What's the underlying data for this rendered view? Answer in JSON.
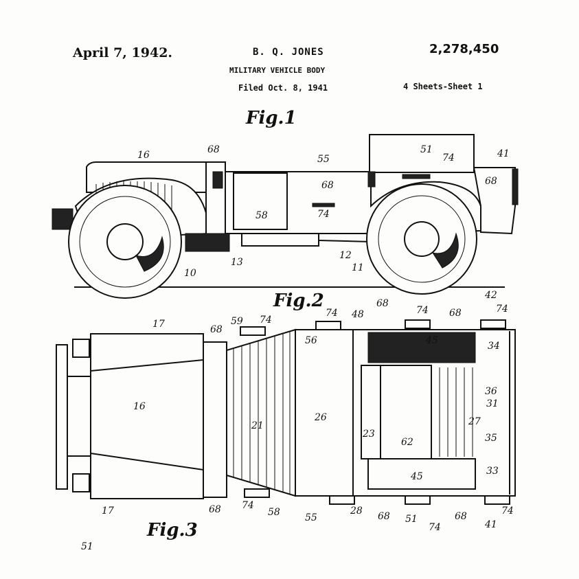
{
  "header": {
    "date": "April 7, 1942.",
    "inventor": "B. Q. JONES",
    "patent_number": "2,278,450",
    "title": "MILITARY VEHICLE BODY",
    "filed": "Filed Oct. 8, 1941",
    "sheets": "4 Sheets-Sheet 1"
  },
  "figures": {
    "fig1": "Fig.1",
    "fig2": "Fig.2",
    "fig3": "Fig.3"
  },
  "fig1_refs": [
    "16",
    "68",
    "55",
    "51",
    "74",
    "41",
    "68",
    "68",
    "58",
    "74",
    "13",
    "10",
    "12",
    "11"
  ],
  "fig2_refs": [
    "17",
    "68",
    "59",
    "74",
    "74",
    "48",
    "68",
    "74",
    "68",
    "42",
    "74",
    "56",
    "45",
    "34",
    "36",
    "31",
    "16",
    "21",
    "26",
    "23",
    "62",
    "27",
    "35",
    "33",
    "45",
    "68",
    "74",
    "58",
    "55",
    "28",
    "68",
    "51",
    "74",
    "68",
    "74",
    "41",
    "17"
  ],
  "sheet_ref": "51"
}
